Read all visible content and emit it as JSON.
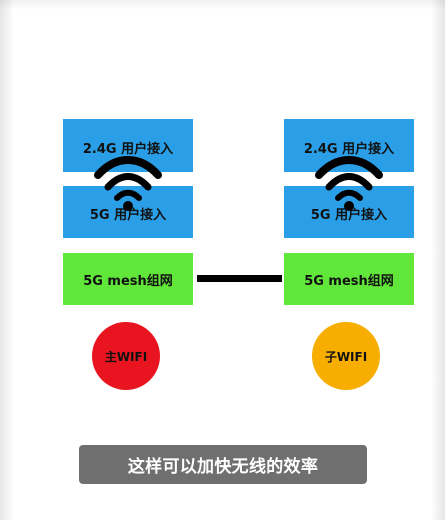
{
  "diagram": {
    "main_node": {
      "band_24g_label": "2.4G 用户接入",
      "band_5g_label": "5G 用户接入",
      "mesh_label": "5G mesh组网",
      "circle_label": "主WIFI",
      "circle_color": "#e8141f"
    },
    "sub_node": {
      "band_24g_label": "2.4G 用户接入",
      "band_5g_label": "5G 用户接入",
      "mesh_label": "5G mesh组网",
      "circle_label": "子WIFI",
      "circle_color": "#f7ae00"
    },
    "colors": {
      "access_band": "#2a9ee6",
      "mesh_band": "#61e63a",
      "link": "#000000",
      "caption_background": "#6f6f6f",
      "caption_text": "#ffffff"
    },
    "icon": "wifi-icon"
  },
  "caption": {
    "text": "这样可以加快无线的效率"
  }
}
